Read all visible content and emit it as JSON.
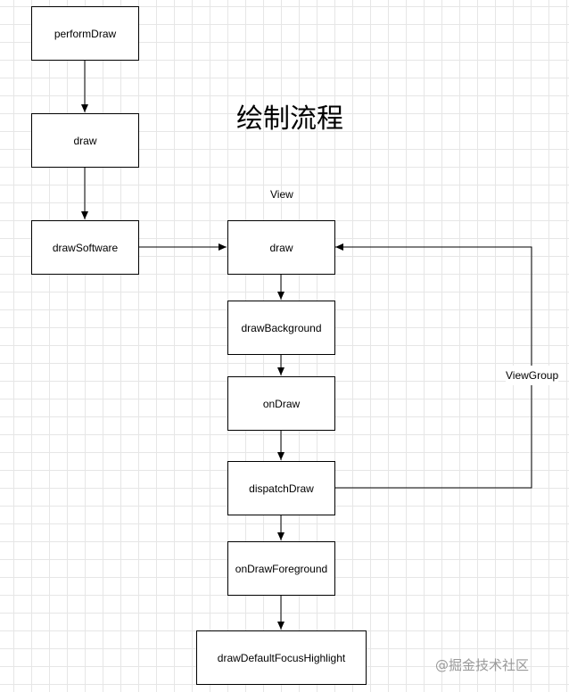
{
  "title": "绘制流程",
  "watermark": "@掘金技术社区",
  "labels": {
    "view": "View",
    "view_group": "ViewGroup"
  },
  "nodes": {
    "perform_draw": "performDraw",
    "draw_root": "draw",
    "draw_software": "drawSoftware",
    "view_draw": "draw",
    "draw_background": "drawBackground",
    "on_draw": "onDraw",
    "dispatch_draw": "dispatchDraw",
    "on_draw_foreground": "onDrawForeground",
    "draw_default_focus_highlight": "drawDefaultFocusHighlight"
  }
}
